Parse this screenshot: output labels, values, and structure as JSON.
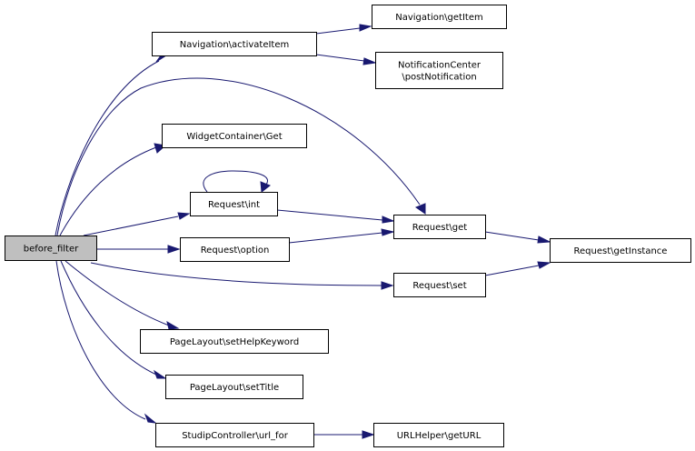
{
  "diagram": {
    "type": "call-graph",
    "root": "before_filter",
    "nodes": {
      "before_filter": {
        "label": [
          "before_filter"
        ],
        "highlight": true
      },
      "nav_activate": {
        "label": [
          "Navigation\\activateItem"
        ]
      },
      "nav_getitem": {
        "label": [
          "Navigation\\getItem"
        ]
      },
      "notif_post": {
        "label": [
          "NotificationCenter",
          "\\postNotification"
        ]
      },
      "widget_get": {
        "label": [
          "WidgetContainer\\Get"
        ]
      },
      "req_int": {
        "label": [
          "Request\\int"
        ]
      },
      "req_get": {
        "label": [
          "Request\\get"
        ]
      },
      "req_option": {
        "label": [
          "Request\\option"
        ]
      },
      "req_getinstance": {
        "label": [
          "Request\\getInstance"
        ]
      },
      "req_set": {
        "label": [
          "Request\\set"
        ]
      },
      "pl_helpkw": {
        "label": [
          "PageLayout\\setHelpKeyword"
        ]
      },
      "pl_settitle": {
        "label": [
          "PageLayout\\setTitle"
        ]
      },
      "studip_urlfor": {
        "label": [
          "StudipController\\url_for"
        ]
      },
      "urlhelper_geturl": {
        "label": [
          "URLHelper\\getURL"
        ]
      }
    },
    "edges": [
      {
        "from": "before_filter",
        "to": "nav_activate"
      },
      {
        "from": "before_filter",
        "to": "req_get"
      },
      {
        "from": "before_filter",
        "to": "widget_get"
      },
      {
        "from": "before_filter",
        "to": "req_int"
      },
      {
        "from": "before_filter",
        "to": "req_option"
      },
      {
        "from": "before_filter",
        "to": "req_set"
      },
      {
        "from": "before_filter",
        "to": "pl_helpkw"
      },
      {
        "from": "before_filter",
        "to": "pl_settitle"
      },
      {
        "from": "before_filter",
        "to": "studip_urlfor"
      },
      {
        "from": "nav_activate",
        "to": "nav_getitem"
      },
      {
        "from": "nav_activate",
        "to": "notif_post"
      },
      {
        "from": "req_int",
        "to": "req_int"
      },
      {
        "from": "req_int",
        "to": "req_get"
      },
      {
        "from": "req_option",
        "to": "req_get"
      },
      {
        "from": "req_get",
        "to": "req_getinstance"
      },
      {
        "from": "req_set",
        "to": "req_getinstance"
      },
      {
        "from": "studip_urlfor",
        "to": "urlhelper_geturl"
      }
    ],
    "colors": {
      "edge": "#191970",
      "node_border": "#000000",
      "node_fill": "#ffffff",
      "root_fill": "#bfbfbf"
    }
  }
}
